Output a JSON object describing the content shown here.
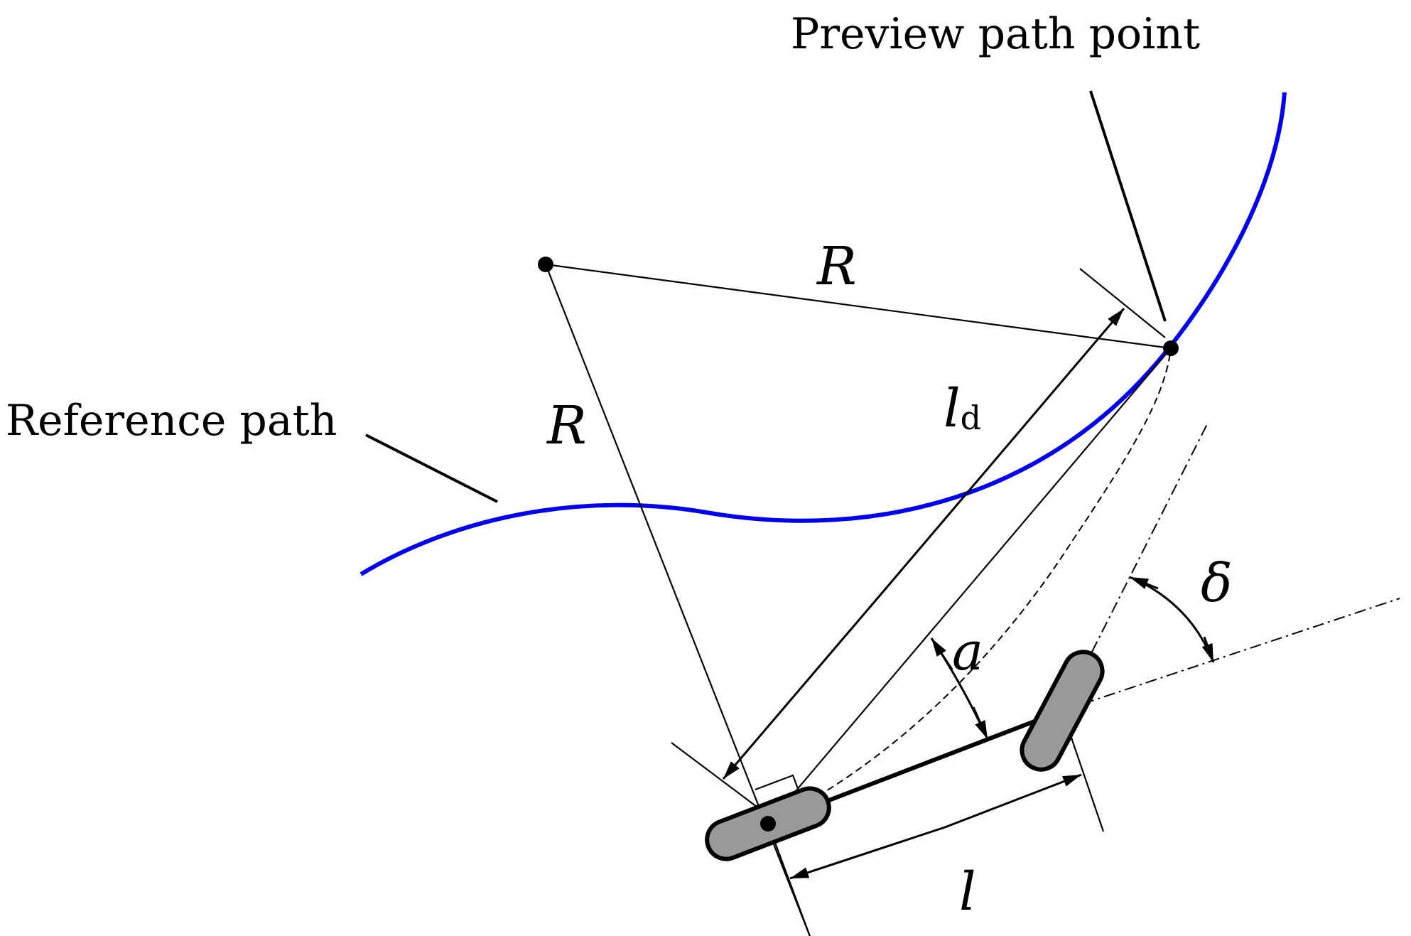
{
  "labels": {
    "preview_path_point": "Preview path point",
    "reference_path": "Reference path"
  },
  "symbols": {
    "radius_top": "R",
    "radius_left": "R",
    "lookahead_main": "l",
    "lookahead_subscript": "d",
    "alpha": "a",
    "delta": "δ",
    "wheelbase": "l"
  },
  "colors": {
    "reference_path": "#0000ee",
    "wheel_fill": "#999999",
    "line": "#000000"
  }
}
